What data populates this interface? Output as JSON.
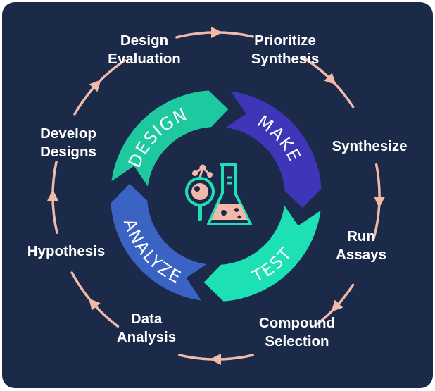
{
  "segments": [
    {
      "label": "DESIGN",
      "color": "#1fc9a0"
    },
    {
      "label": "MAKE",
      "color": "#3d36b8"
    },
    {
      "label": "TEST",
      "color": "#1de0b4"
    },
    {
      "label": "ANALYZE",
      "color": "#3a63c4"
    }
  ],
  "steps": [
    {
      "lines": [
        "Design",
        "Evaluation"
      ]
    },
    {
      "lines": [
        "Prioritize",
        "Synthesis"
      ]
    },
    {
      "lines": [
        "Synthesize"
      ]
    },
    {
      "lines": [
        "Run",
        "Assays"
      ]
    },
    {
      "lines": [
        "Compound",
        "Selection"
      ]
    },
    {
      "lines": [
        "Data",
        "Analysis"
      ]
    },
    {
      "lines": [
        "Hypothesis"
      ]
    },
    {
      "lines": [
        "Develop",
        "Designs"
      ]
    }
  ],
  "center_icon": "chemistry-lab-icon",
  "colors": {
    "background": "#1b2a49",
    "outer_ring": "#f3b9a8",
    "text": "#ffffff",
    "icon_accent": "#1de0b4"
  }
}
